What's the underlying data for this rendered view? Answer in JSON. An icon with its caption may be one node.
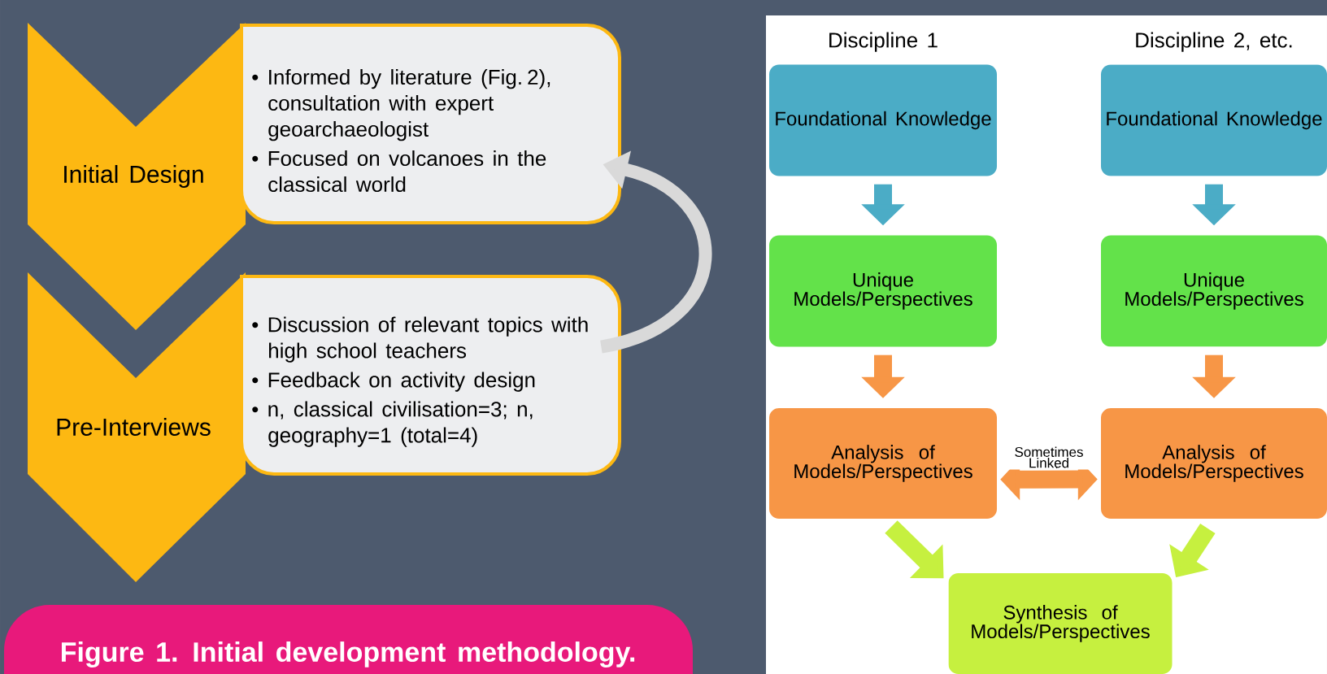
{
  "diagram": {
    "caption": "Figure 1. Initial development methodology.",
    "nodes": [
      {
        "text": [
          "Initial Design"
        ]
      },
      {
        "text": [
          "• Informed by literature (Fig. 2), consultation with expert geoarchaeologist",
          "• Focused on volcanoes in the classical world"
        ]
      },
      {
        "text": [
          "Pre-Interviews"
        ]
      },
      {
        "text": [
          "• Discussion of relevant topics with high school teachers",
          "• Feedback on activity design",
          "• n, classical civilisation=3; n, geography=1 (total=4)"
        ]
      },
      {
        "text": [
          "Foundational Knowledge"
        ],
        "beside": [
          "Discipline 1"
        ]
      },
      {
        "text": [
          "Foundational Knowledge"
        ],
        "beside": [
          "Discipline 2, etc."
        ]
      },
      {
        "text": [
          "Unique Models/Perspectives"
        ]
      },
      {
        "text": [
          "Unique Models/Perspectives"
        ]
      },
      {
        "text": [
          "Analysis of Models/Perspectives"
        ]
      },
      {
        "text": [
          "Analysis of Models/Perspectives"
        ]
      },
      {
        "text": [
          "Synthesis of Models/Perspectives"
        ]
      }
    ],
    "edges": [
      {
        "from": 3,
        "to": 1,
        "arrow": "to",
        "color": "#d9d9d9"
      },
      {
        "from": 4,
        "to": 6,
        "arrow": "to",
        "color": "#4bacc6"
      },
      {
        "from": 5,
        "to": 7,
        "arrow": "to",
        "color": "#4bacc6"
      },
      {
        "from": 6,
        "to": 8,
        "arrow": "to",
        "color": "#f79646"
      },
      {
        "from": 7,
        "to": 9,
        "arrow": "to",
        "color": "#f79646"
      },
      {
        "from": 8,
        "to": 9,
        "arrow": "both",
        "label": "Sometimes Linked",
        "color": "#f79646"
      },
      {
        "from": 8,
        "to": 10,
        "arrow": "to",
        "color": "#c6f03f"
      },
      {
        "from": 9,
        "to": 10,
        "arrow": "to",
        "color": "#c6f03f"
      }
    ]
  }
}
